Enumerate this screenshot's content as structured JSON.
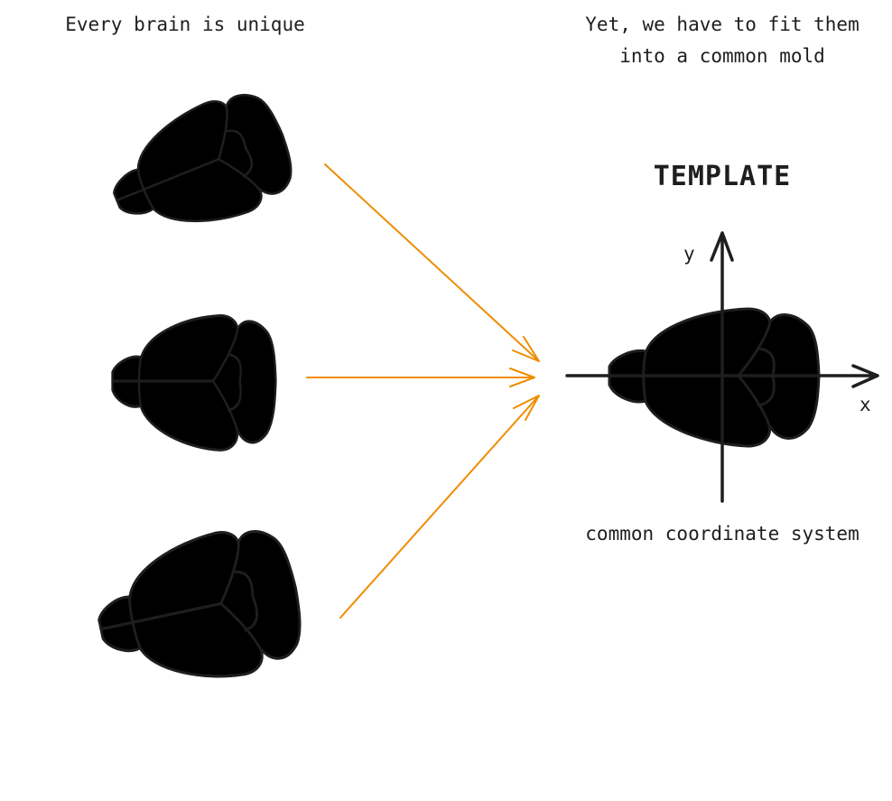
{
  "left_heading": "Every brain is unique",
  "right_heading": [
    "Yet, we have to fit them",
    "into a common mold"
  ],
  "template_title": "TEMPLATE",
  "axis_labels": {
    "x": "x",
    "y": "y"
  },
  "caption": "common coordinate system",
  "colors": {
    "subject_cerebrum": "#ffdcb0",
    "subject_cerebellum": "#ffc18d",
    "template_cerebrum": "#45cc9a",
    "template_cerebellum": "#149885",
    "arrow": "#f08c00",
    "stroke": "#1e1e1e"
  }
}
